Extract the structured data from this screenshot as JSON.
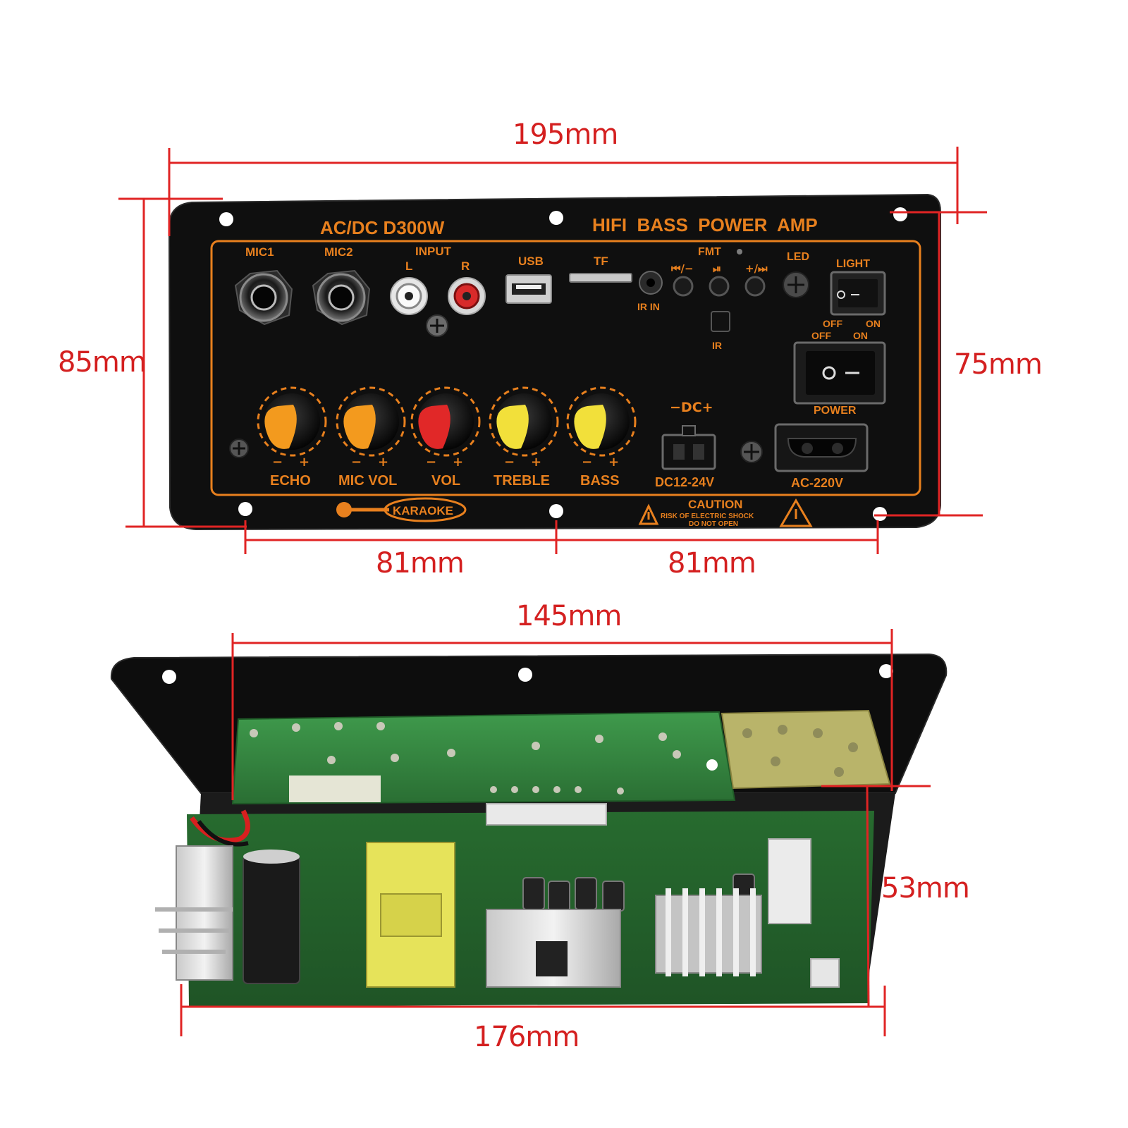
{
  "dimensions": {
    "top_width": "195mm",
    "left_height": "85mm",
    "right_height": "75mm",
    "hole_left": "81mm",
    "hole_right": "81mm",
    "bottom_top_width": "145mm",
    "bottom_height": "53mm",
    "bottom_width": "176mm"
  },
  "panel": {
    "model": "AC/DC D300W",
    "slogan": "HIFI  BASS  POWER  AMP",
    "mic1": "MIC1",
    "mic2": "MIC2",
    "input": "INPUT",
    "input_l": "L",
    "input_r": "R",
    "usb": "USB",
    "tf": "TF",
    "fmt": "FMT",
    "prev": "⏮/−",
    "play": "⏯",
    "next": "+/⏭",
    "led": "LED",
    "ir_in": "IR IN",
    "ir": "IR",
    "light": "LIGHT",
    "light_off": "OFF",
    "light_on": "ON",
    "power_off": "OFF",
    "power_on": "ON",
    "power": "POWER",
    "knob_minus": "−",
    "knob_plus": "+",
    "echo": "ECHO",
    "mic_vol": "MIC VOL",
    "vol": "VOL",
    "treble": "TREBLE",
    "bass": "BASS",
    "dc_polarity": "−DC+",
    "dc_range": "DC12-24V",
    "ac_range": "AC-220V",
    "karaoke": "KARAOKE",
    "caution": "CAUTION",
    "caution_l1": "RISK OF ELECTRIC SHOCK",
    "caution_l2": "DO NOT OPEN"
  },
  "colors": {
    "dimension": "#e02424",
    "panel": "#0e0e0e",
    "print": "#e8801e",
    "pcb": "#2f7a3a",
    "knob_orange": "#f39a1e",
    "knob_red": "#e12828",
    "knob_yellow": "#f2e03a"
  }
}
